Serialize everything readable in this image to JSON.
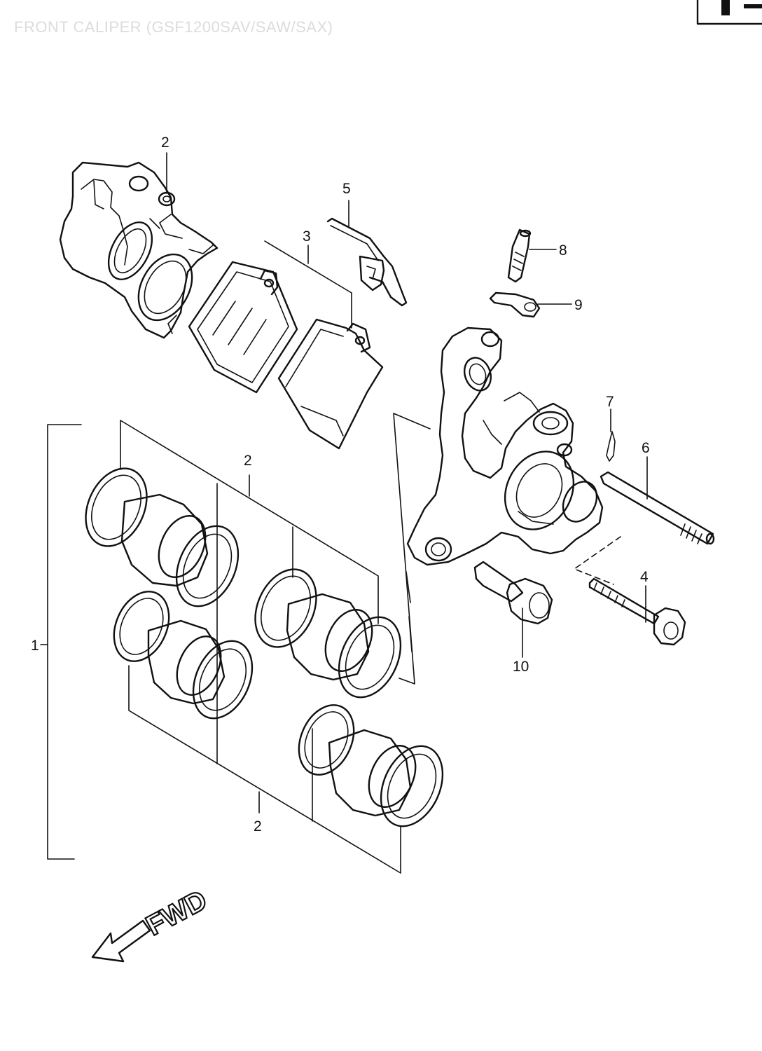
{
  "header": {
    "title": "FRONT CALIPER (GSF1200SAV/SAW/SAX)",
    "page_box_label": "F"
  },
  "callouts": {
    "c1": "1",
    "c2_top": "2",
    "c2_mid": "2",
    "c2_bottom": "2",
    "c3": "3",
    "c4": "4",
    "c5": "5",
    "c6": "6",
    "c7": "7",
    "c8": "8",
    "c9": "9",
    "c10": "10"
  },
  "direction": {
    "label": "FWD",
    "arrow_icon": "fwd-arrow-icon"
  },
  "colors": {
    "ink": "#111111",
    "background": "#ffffff",
    "faded_title": "#dcdcdc"
  }
}
